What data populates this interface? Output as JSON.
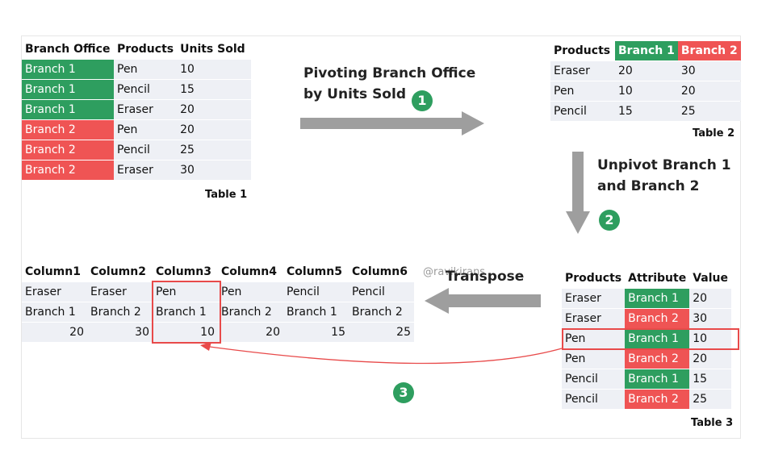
{
  "table1": {
    "headers": [
      "Branch Office",
      "Products",
      "Units Sold"
    ],
    "rows": [
      {
        "branch": "Branch 1",
        "color": "green",
        "product": "Pen",
        "units": "10"
      },
      {
        "branch": "Branch 1",
        "color": "green",
        "product": "Pencil",
        "units": "15"
      },
      {
        "branch": "Branch 1",
        "color": "green",
        "product": "Eraser",
        "units": "20"
      },
      {
        "branch": "Branch 2",
        "color": "red",
        "product": "Pen",
        "units": "20"
      },
      {
        "branch": "Branch 2",
        "color": "red",
        "product": "Pencil",
        "units": "25"
      },
      {
        "branch": "Branch 2",
        "color": "red",
        "product": "Eraser",
        "units": "30"
      }
    ],
    "caption": "Table 1"
  },
  "table2": {
    "headers": [
      "Products",
      "Branch 1",
      "Branch 2"
    ],
    "rows": [
      [
        "Eraser",
        "20",
        "30"
      ],
      [
        "Pen",
        "10",
        "20"
      ],
      [
        "Pencil",
        "15",
        "25"
      ]
    ],
    "caption": "Table 2"
  },
  "table3": {
    "headers": [
      "Products",
      "Attribute",
      "Value"
    ],
    "rows": [
      {
        "product": "Eraser",
        "attribute": "Branch 1",
        "color": "green",
        "value": "20"
      },
      {
        "product": "Eraser",
        "attribute": "Branch 2",
        "color": "red",
        "value": "30"
      },
      {
        "product": "Pen",
        "attribute": "Branch 1",
        "color": "green",
        "value": "10"
      },
      {
        "product": "Pen",
        "attribute": "Branch 2",
        "color": "red",
        "value": "20"
      },
      {
        "product": "Pencil",
        "attribute": "Branch 1",
        "color": "green",
        "value": "15"
      },
      {
        "product": "Pencil",
        "attribute": "Branch 2",
        "color": "red",
        "value": "25"
      }
    ],
    "caption": "Table 3"
  },
  "table4": {
    "headers": [
      "Column1",
      "Column2",
      "Column3",
      "Column4",
      "Column5",
      "Column6"
    ],
    "rows": [
      [
        "Eraser",
        "Eraser",
        "Pen",
        "Pen",
        "Pencil",
        "Pencil"
      ],
      [
        "Branch 1",
        "Branch 2",
        "Branch 1",
        "Branch 2",
        "Branch 1",
        "Branch 2"
      ],
      [
        "20",
        "30",
        "10",
        "20",
        "15",
        "25"
      ]
    ]
  },
  "steps": {
    "step1_line1": "Pivoting Branch Office",
    "step1_line2": "by Units Sold",
    "step1_badge": "1",
    "step2_line1": "Unpivot Branch 1",
    "step2_line2": "and Branch 2",
    "step2_badge": "2",
    "transpose": "Transpose",
    "step3_badge": "3"
  },
  "watermark": "@ravikirans",
  "colors": {
    "green": "#2e9e5f",
    "red": "#ef5454",
    "arrow_gray": "#9e9e9e",
    "highlight": "#e84a4a",
    "row_fill": "#eef0f5"
  }
}
